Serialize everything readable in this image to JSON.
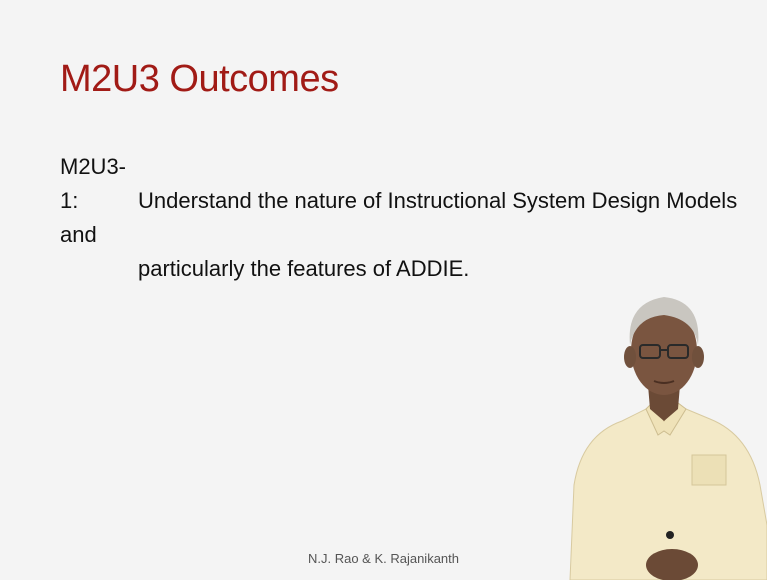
{
  "slide": {
    "title": "M2U3 Outcomes",
    "outcome": {
      "code": "M2U3-1:",
      "line1": "Understand the nature of Instructional System Design Models and",
      "line2": "particularly the features of ADDIE."
    },
    "footer": "N.J. Rao & K. Rajanikanth"
  },
  "colors": {
    "title": "#a11b16",
    "background": "#f4f4f4",
    "shirt": "#f3e9c7"
  }
}
